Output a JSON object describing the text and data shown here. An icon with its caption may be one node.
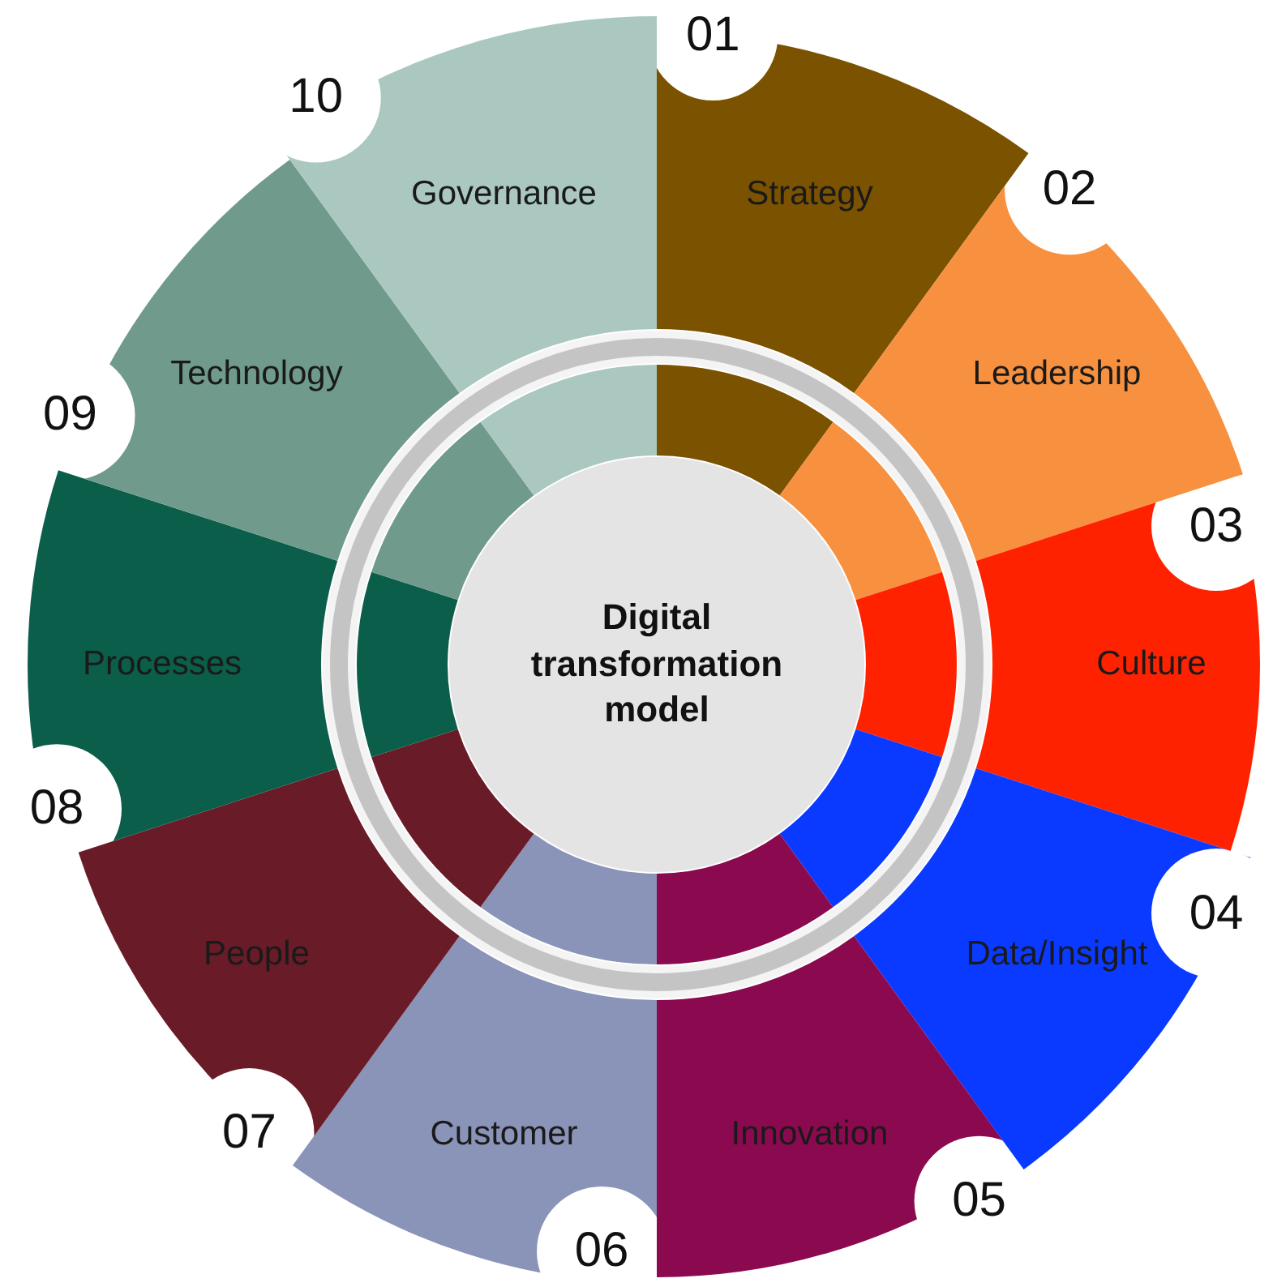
{
  "diagram": {
    "nodes": [
      {
        "text": [
          "Digital transformation model"
        ]
      },
      {
        "text": [
          "01",
          "Strategy"
        ]
      },
      {
        "text": [
          "02",
          "Leadership"
        ]
      },
      {
        "text": [
          "03",
          "Culture"
        ]
      },
      {
        "text": [
          "04",
          "Data/Insight"
        ]
      },
      {
        "text": [
          "Innovation",
          "05"
        ]
      },
      {
        "text": [
          "Customer",
          "06"
        ]
      },
      {
        "text": [
          "People",
          "07"
        ]
      },
      {
        "text": [
          "Processes",
          "08"
        ]
      },
      {
        "text": [
          "Technology",
          "09"
        ]
      },
      {
        "text": [
          "10",
          "Governance"
        ]
      }
    ],
    "edges": []
  }
}
